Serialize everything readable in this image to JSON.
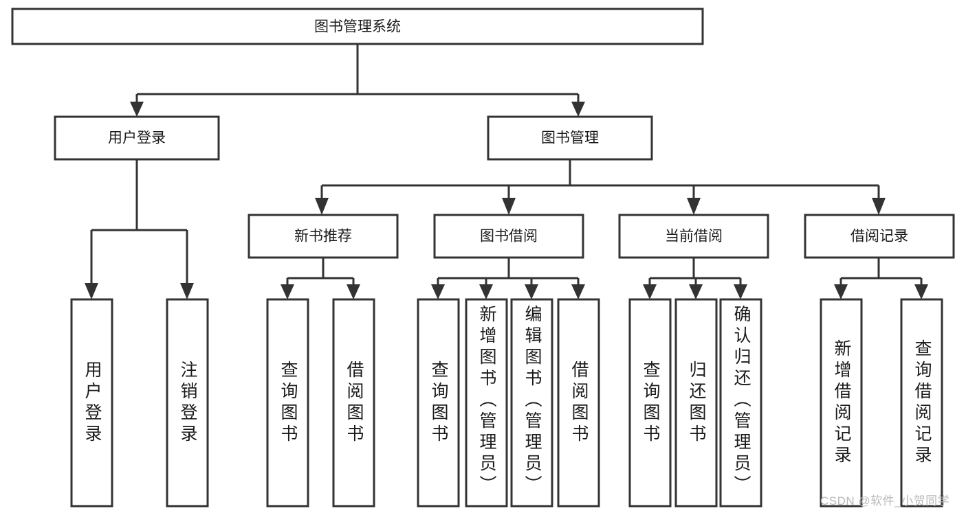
{
  "diagram": {
    "type": "tree-hierarchy",
    "title": "图书管理系统",
    "orientation": "top-down",
    "colors": {
      "box_fill": "#ffffff",
      "box_stroke": "#333333",
      "connector": "#333333",
      "text": "#1a1a1a",
      "watermark": "#b9b9b9"
    },
    "root": {
      "label": "图书管理系统"
    },
    "level2": [
      {
        "label": "用户登录"
      },
      {
        "label": "图书管理"
      }
    ],
    "level3": [
      {
        "label": "新书推荐"
      },
      {
        "label": "图书借阅"
      },
      {
        "label": "当前借阅"
      },
      {
        "label": "借阅记录"
      }
    ],
    "leaves": {
      "user_login": [
        {
          "label": "用户登录"
        },
        {
          "label": "注销登录"
        }
      ],
      "new_book_recommend": [
        {
          "label": "查询图书"
        },
        {
          "label": "借阅图书"
        }
      ],
      "book_borrow": [
        {
          "label": "查询图书"
        },
        {
          "label": "新增图书（管理员）"
        },
        {
          "label": "编辑图书（管理员）"
        },
        {
          "label": "借阅图书"
        }
      ],
      "current_borrow": [
        {
          "label": "查询图书"
        },
        {
          "label": "归还图书"
        },
        {
          "label": "确认归还（管理员）"
        }
      ],
      "borrow_record": [
        {
          "label": "新增借阅记录"
        },
        {
          "label": "查询借阅记录"
        }
      ]
    },
    "watermark": "CSDN @软件_小贺同学"
  }
}
